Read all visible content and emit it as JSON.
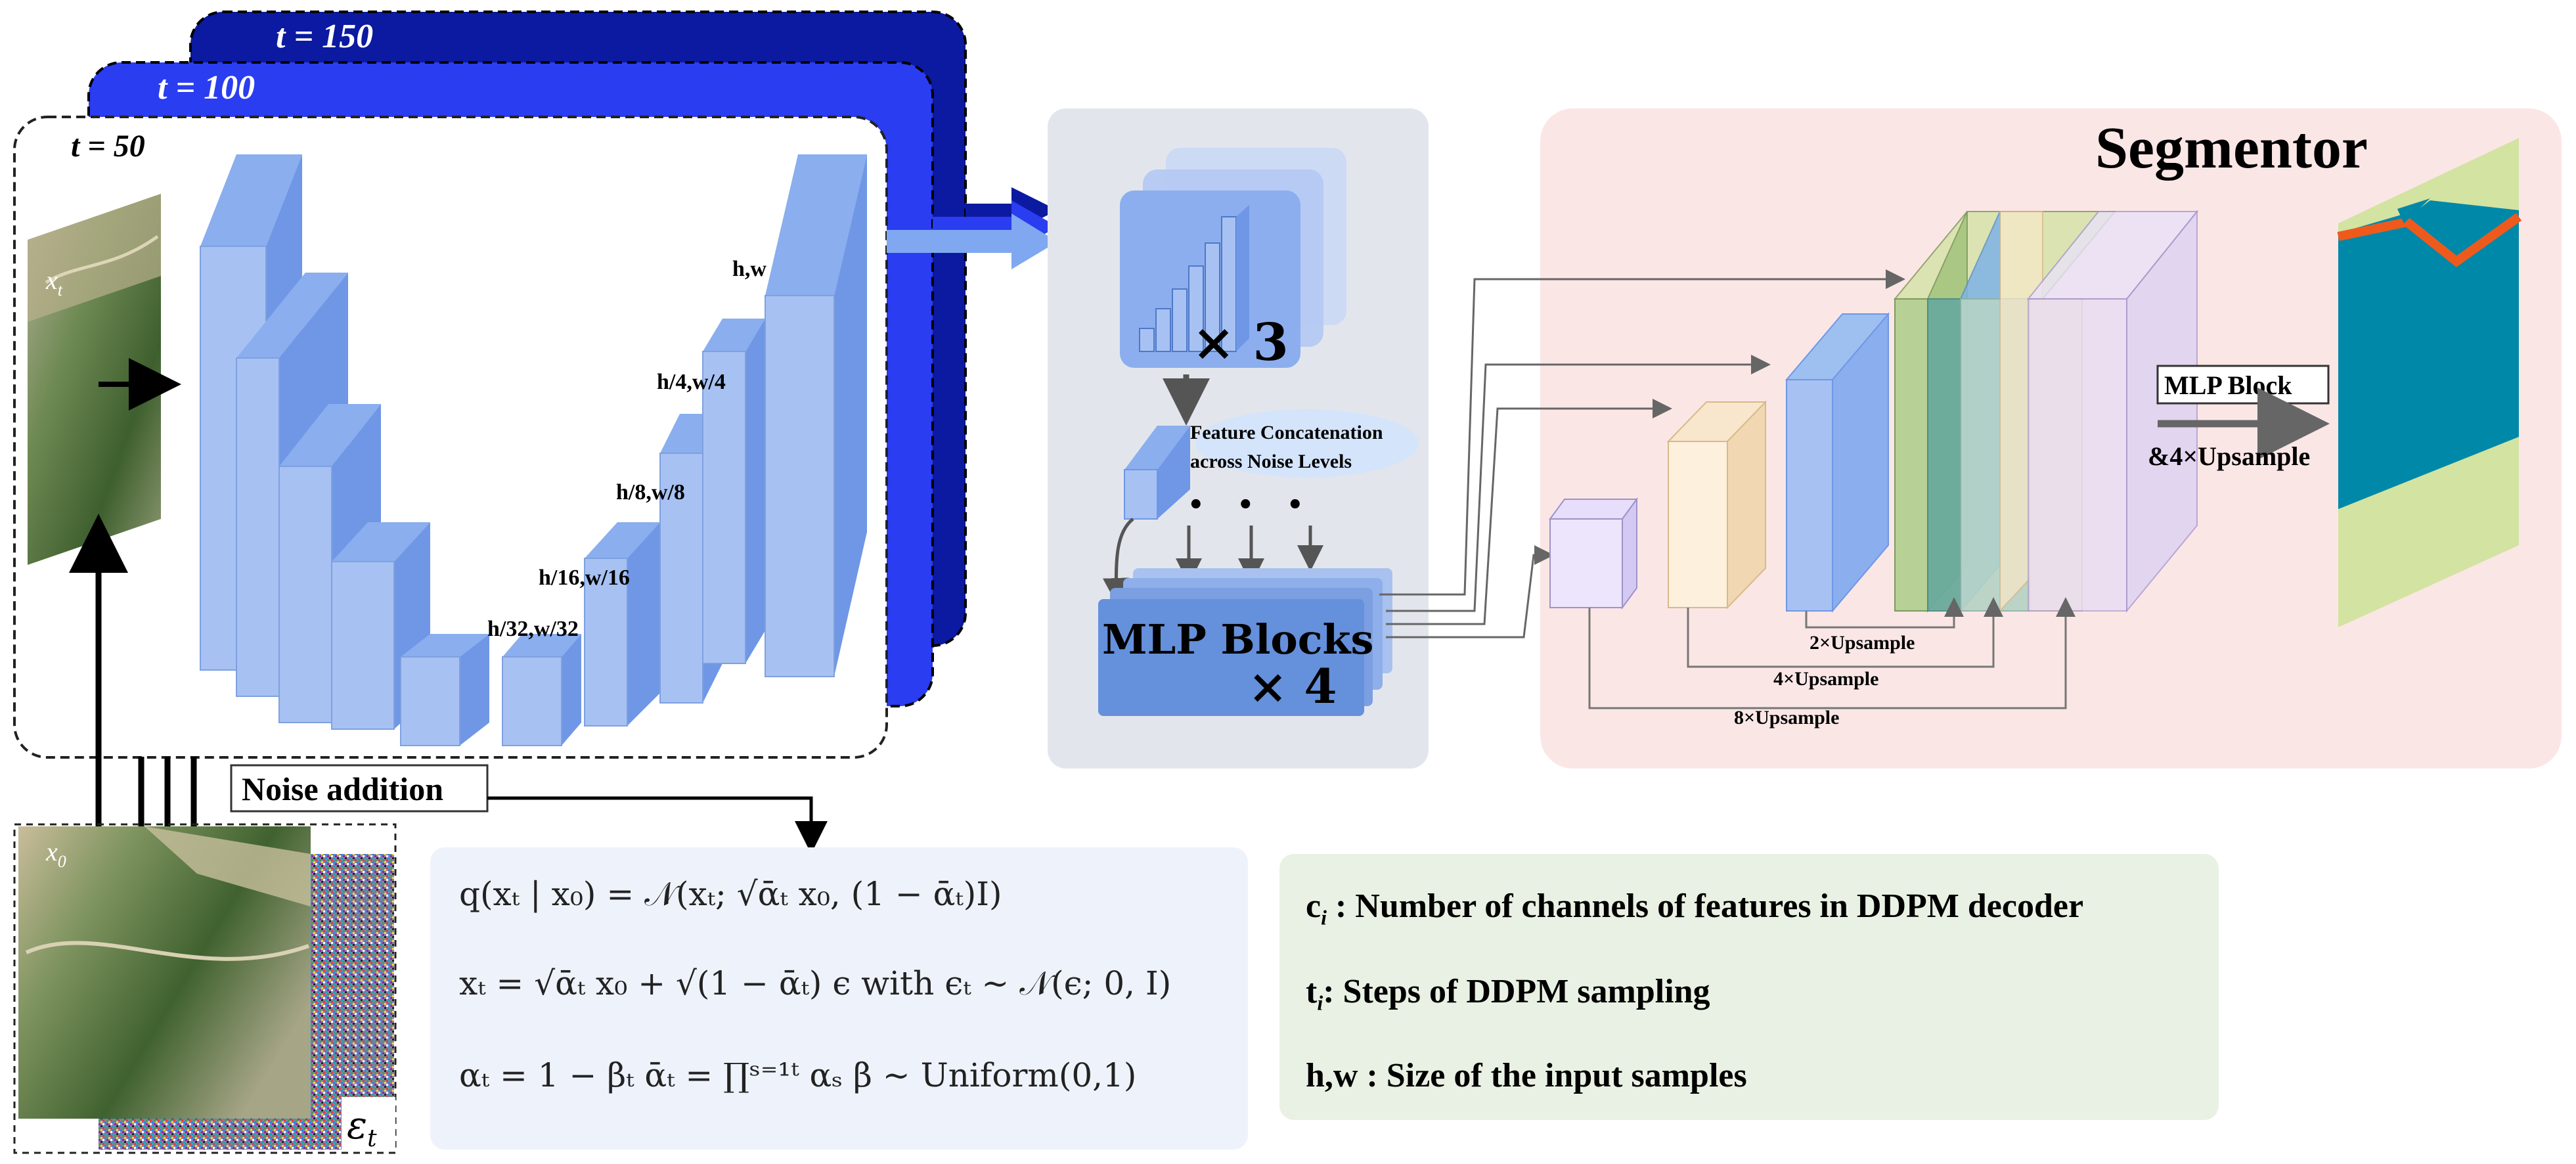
{
  "colors": {
    "unet_front": "#a7c2f2",
    "unet_side": "#6f97e6",
    "unet_top": "#8aaeee",
    "card_t150": "#0b1aa0",
    "card_t100": "#2a3df0",
    "feature_panel_bg": "#e2e6ec",
    "segmentor_bg": "#fbe6e6",
    "formula_bg": "#eef3fb",
    "legend_bg": "#e8f1e3",
    "mlp_blue": "#5f8bd8",
    "seg_teal": "#0088a8",
    "seg_green": "#d3e3a1",
    "seg_orange": "#ee5a1c"
  },
  "timesteps": {
    "t150": "t = 150",
    "t100": "t = 100",
    "t50": "t = 50"
  },
  "unet": {
    "input_label": "x",
    "input_subscript": "t",
    "level_labels": [
      "h,w",
      "h/4,w/4",
      "h/8,w/8",
      "h/16,w/16",
      "h/32,w/32"
    ]
  },
  "noise": {
    "label": "Noise addition",
    "image_label": "x",
    "image_subscript": "0",
    "noise_label": "ε",
    "noise_subscript": "t"
  },
  "feature_panel": {
    "times_3": "× 3",
    "concat_line1": "Feature Concatenation",
    "concat_line2": "across Noise Levels",
    "dots": "• • •",
    "mlp_title": "MLP Blocks",
    "mlp_times": "× 4"
  },
  "segmentor": {
    "title": "Segmentor",
    "mlp_block": "MLP Block",
    "upsample_final": "&4×Upsample",
    "up2": "2×Upsample",
    "up4": "4×Upsample",
    "up8": "8×Upsample"
  },
  "formulas": {
    "line1": "q(xₜ | x₀) = 𝒩(xₜ; √ᾱₜ x₀, (1 − ᾱₜ)I)",
    "line2": "xₜ = √ᾱₜ x₀ + √(1 − ᾱₜ) ϵ   with ϵₜ ~ 𝒩(ϵ; 0, I)",
    "line3": "αₜ = 1 − βₜ    ᾱₜ = ∏ˢ⁼¹ᵗ αₛ    β ~ Uniform(0,1)"
  },
  "legend": {
    "c_symbol": "c",
    "c_sub": "i",
    "c_text": " : Number of channels of features in DDPM decoder",
    "t_symbol": "t",
    "t_sub": "i",
    "t_text": ": Steps of DDPM sampling",
    "hw_symbol": "h,w",
    "hw_text": " : Size of the input samples"
  }
}
